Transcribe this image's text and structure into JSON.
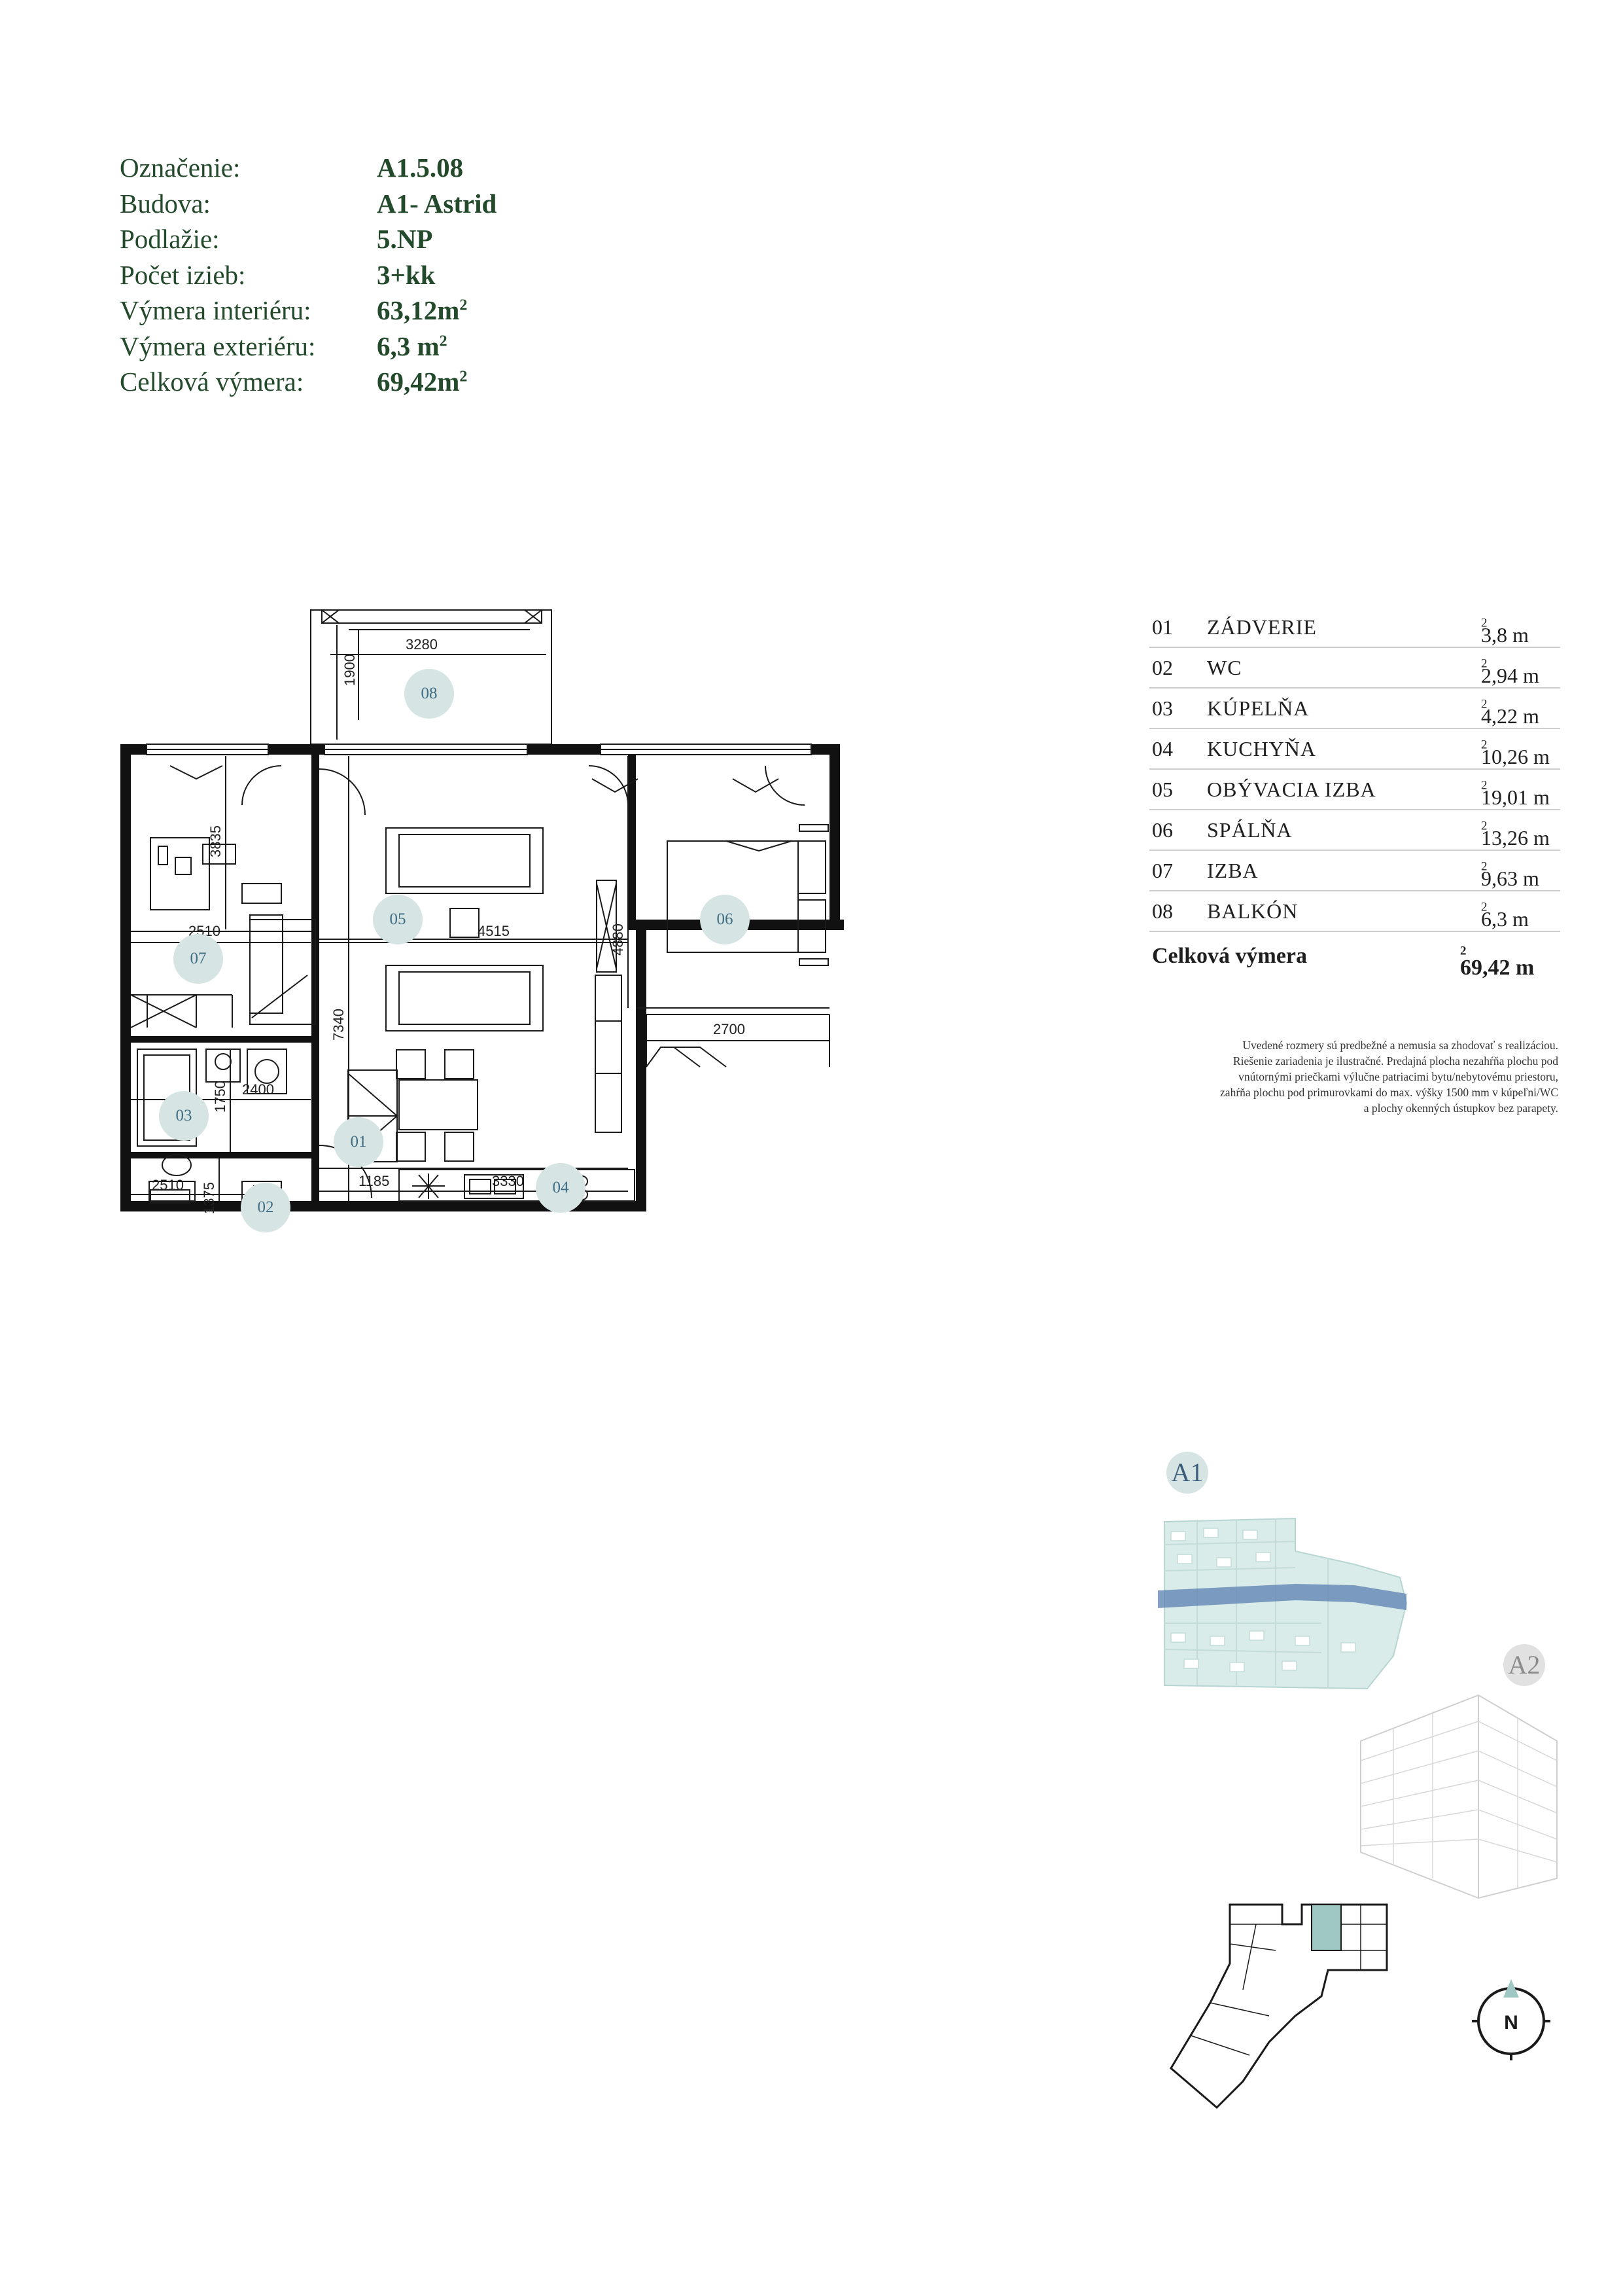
{
  "info": [
    {
      "label": "Označenie:",
      "value": "A1.5.08",
      "sup": ""
    },
    {
      "label": "Budova:",
      "value": "A1- Astrid",
      "sup": ""
    },
    {
      "label": "Podlažie:",
      "value": "5.NP",
      "sup": ""
    },
    {
      "label": "Počet izieb:",
      "value": "3+kk",
      "sup": ""
    },
    {
      "label": "Výmera interiéru:",
      "value": "63,12m",
      "sup": "2"
    },
    {
      "label": "Výmera exteriéru:",
      "value": "6,3 m",
      "sup": "2"
    },
    {
      "label": "Celková výmera:",
      "value": "69,42m",
      "sup": "2"
    }
  ],
  "rooms": [
    {
      "no": "01",
      "name": "ZÁDVERIE",
      "area": "3,8 m",
      "sup": "2"
    },
    {
      "no": "02",
      "name": "WC",
      "area": "2,94 m",
      "sup": "2"
    },
    {
      "no": "03",
      "name": "KÚPELŇA",
      "area": "4,22 m",
      "sup": "2"
    },
    {
      "no": "04",
      "name": "KUCHYŇA",
      "area": "10,26 m",
      "sup": "2"
    },
    {
      "no": "05",
      "name": "OBÝVACIA IZBA",
      "area": "19,01 m",
      "sup": "2"
    },
    {
      "no": "06",
      "name": "SPÁLŇA",
      "area": "13,26 m",
      "sup": "2"
    },
    {
      "no": "07",
      "name": "IZBA",
      "area": "9,63 m",
      "sup": "2"
    },
    {
      "no": "08",
      "name": "BALKÓN",
      "area": "6,3 m",
      "sup": "2"
    }
  ],
  "total": {
    "label": "Celková výmera",
    "value": "69,42 m",
    "sup": "2"
  },
  "note": [
    "Uvedené rozmery sú predbežné a nemusia sa zhodovať s realizáciou.",
    "Riešenie zariadenia je ilustračné. Predajná plocha nezahŕňa plochu pod",
    "vnútornými priečkami výlučne patriacimi bytu/nebytovému priestoru,",
    "zahŕňa plochu pod primurovkami do max. výšky 1500 mm v kúpeľni/WC",
    "a plochy okenných ústupkov bez parapety."
  ],
  "plan": {
    "bubbles": [
      "01",
      "02",
      "03",
      "04",
      "05",
      "06",
      "07",
      "08"
    ],
    "dims": [
      "3280",
      "1900",
      "3835",
      "2510",
      "4515",
      "4880",
      "7340",
      "2700",
      "1750",
      "2400",
      "1185",
      "3330",
      "2510",
      "1375"
    ]
  },
  "buildings": {
    "a1": "A1",
    "a2": "A2"
  },
  "compass": {
    "label": "N"
  },
  "colors": {
    "text_green": "#244a2c",
    "bubble": "#d6e4e4",
    "bubble_text": "#3f6e84",
    "highlight": "#5a80b0"
  }
}
